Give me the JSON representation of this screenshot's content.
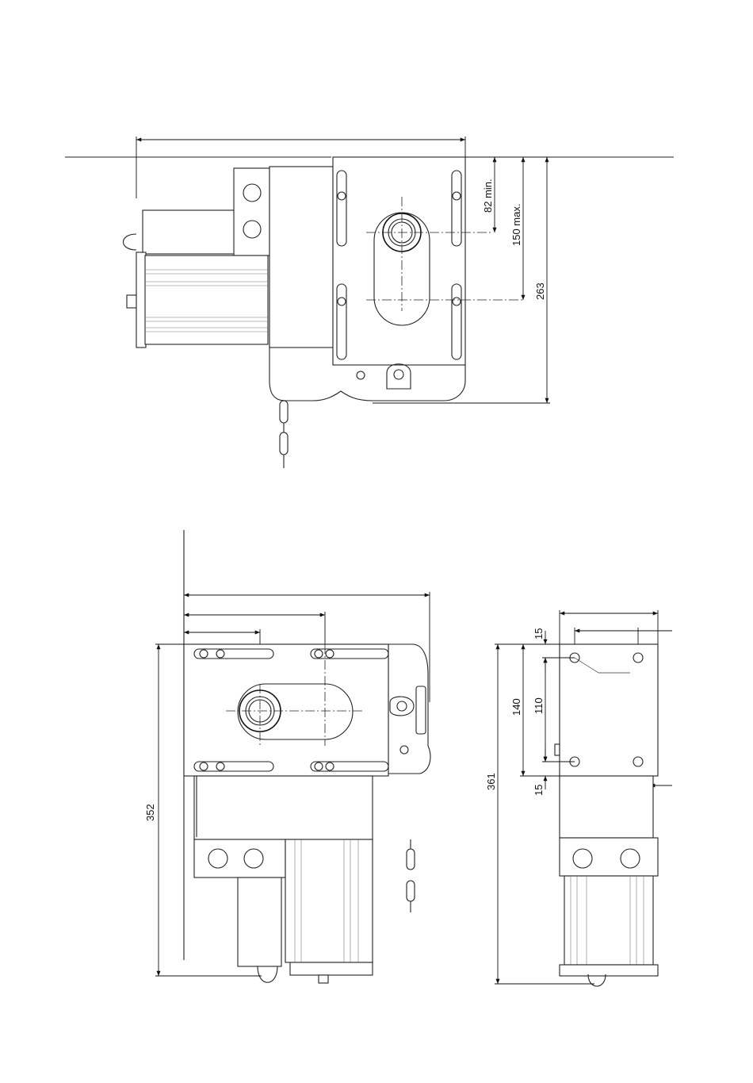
{
  "dimensions": {
    "top_view": {
      "min_82": "82 min.",
      "max_150": "150 max.",
      "height_263": "263"
    },
    "front_view": {
      "height_352": "352"
    },
    "side_view": {
      "top_15": "15",
      "dim_140": "140",
      "dim_110": "110",
      "bottom_15": "15",
      "height_361": "361"
    }
  }
}
